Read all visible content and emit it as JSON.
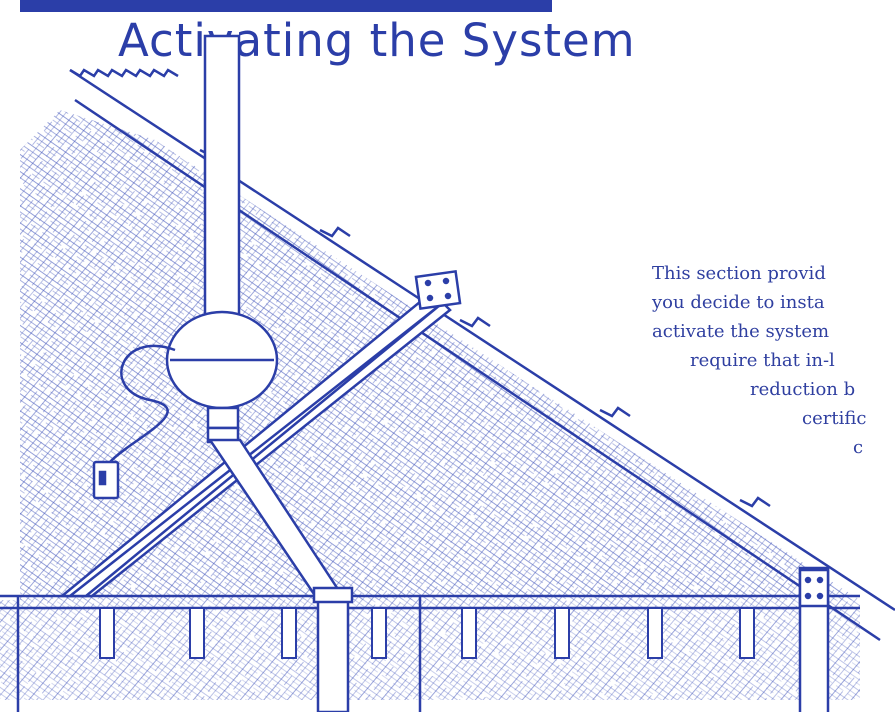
{
  "title": "Activating the System",
  "body_lines": [
    "This section provid",
    "you decide to insta",
    "activate the system",
    "require that in-l",
    "reduction b",
    "certific",
    "c"
  ],
  "colors": {
    "ink": "#2b3ea8",
    "text": "#2f3fa0",
    "background": "#ffffff"
  },
  "illustration": "attic-radon-vent-pipe-with-fan-and-outlet"
}
